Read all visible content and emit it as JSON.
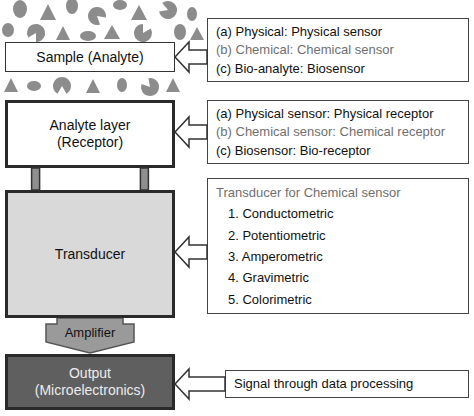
{
  "diagram": {
    "nodes": [
      {
        "text": [
          "Sample (Analyte)"
        ]
      },
      {
        "text": [
          "(a) Physical: Physical sensor",
          "(b) Chemical: Chemical sensor",
          "(c) Bio-analyte: Biosensor"
        ]
      },
      {
        "text": [
          "Analyte layer (Receptor)"
        ]
      },
      {
        "text": [
          "(a) Physical sensor: Physical receptor",
          "(b) Chemical sensor: Chemical receptor",
          "(c) Biosensor: Bio-receptor"
        ]
      },
      {
        "text": [
          "Transducer"
        ]
      },
      {
        "text": [
          "Transducer for Chemical sensor",
          "1. Conductometric",
          "2. Potentiometric",
          "3. Amperometric",
          "4. Gravimetric",
          "5. Colorimetric"
        ]
      },
      {
        "text": [
          "Amplifier"
        ]
      },
      {
        "text": [
          "Output (Microelectronics)"
        ]
      },
      {
        "text": [
          "Signal through data processing"
        ]
      }
    ],
    "edges": [
      {
        "from": 1,
        "to": 0,
        "arrow": "to"
      },
      {
        "from": 3,
        "to": 2,
        "arrow": "to"
      },
      {
        "from": 2,
        "to": 4,
        "arrow": "none"
      },
      {
        "from": 2,
        "to": 4,
        "arrow": "none"
      },
      {
        "from": 5,
        "to": 4,
        "arrow": "to"
      },
      {
        "from": 8,
        "to": 7,
        "arrow": "to"
      }
    ]
  }
}
